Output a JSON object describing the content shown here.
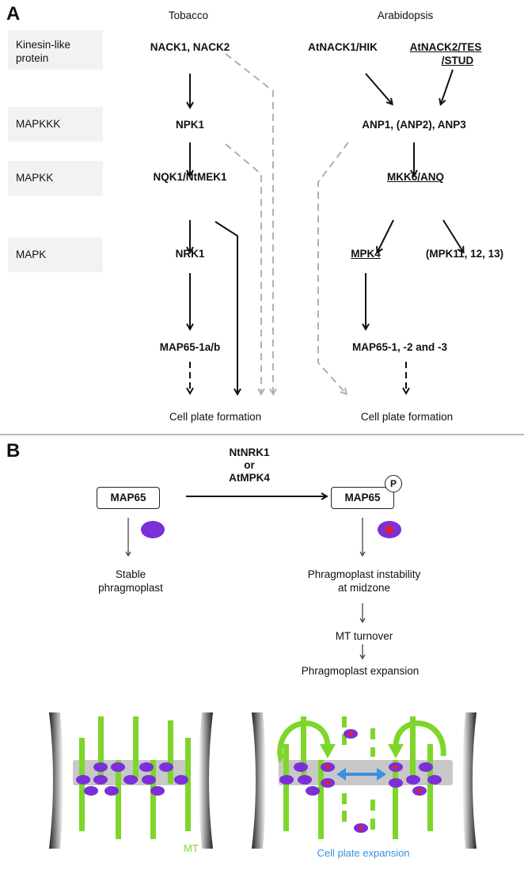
{
  "panel_a": {
    "letter": "A",
    "columns": {
      "tobacco": "Tobacco",
      "arabidopsis": "Arabidopsis"
    },
    "row_labels": {
      "kinesin": "Kinesin-like protein",
      "mapkkk": "MAPKKK",
      "mapkk": "MAPKK",
      "mapk": "MAPK"
    },
    "tobacco": {
      "kinesin": "NACK1, NACK2",
      "mapkkk": "NPK1",
      "mapkk": "NQK1/NtMEK1",
      "mapk": "NRK1",
      "map65": "MAP65-1a/b",
      "outcome": "Cell plate formation"
    },
    "arabidopsis": {
      "kinesin_1": "AtNACK1/HIK",
      "kinesin_2_line1": "AtNACK2/TES",
      "kinesin_2_line2": "/STUD",
      "mapkkk": "ANP1, (ANP2), ANP3",
      "mapkk": "MKK6/ANQ",
      "mapk_1": "MPK4",
      "mapk_2": "(MPK11, 12, 13)",
      "map65": "MAP65-1, -2 and -3",
      "outcome": "Cell plate formation"
    }
  },
  "panel_b": {
    "letter": "B",
    "kinase_line1": "NtNRK1",
    "kinase_line2": "or",
    "kinase_line3": "AtMPK4",
    "map65_left": "MAP65",
    "map65_right": "MAP65",
    "phospho": "P",
    "stable_line1": "Stable",
    "stable_line2": "phragmoplast",
    "instab_line1": "Phragmoplast instability",
    "instab_line2": "at midzone",
    "turnover": "MT turnover",
    "expansion": "Phragmoplast expansion",
    "mt_label": "MT",
    "cell_plate_expansion": "Cell plate expansion",
    "colors": {
      "mt": "#7ed62a",
      "map65": "#7b2fd9",
      "phospho_mark": "#e0203a",
      "arrow_blue": "#3a8fe0",
      "label_blue": "#3a8fe0",
      "dashed_gray": "#b0b0b0"
    }
  }
}
